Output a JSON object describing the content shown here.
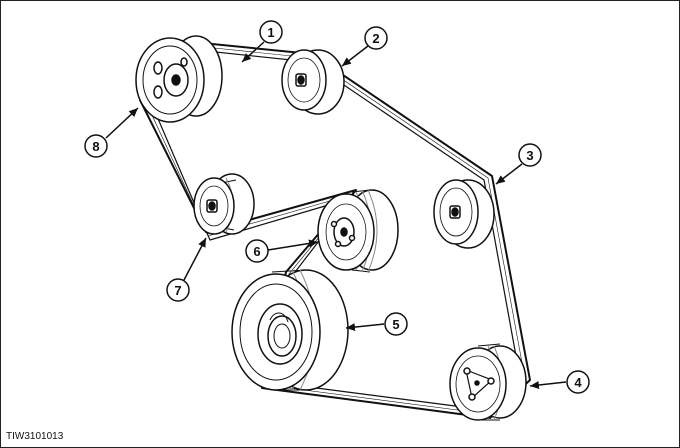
{
  "diagram": {
    "callouts": [
      {
        "label": "1"
      },
      {
        "label": "2"
      },
      {
        "label": "3"
      },
      {
        "label": "4"
      },
      {
        "label": "5"
      },
      {
        "label": "6"
      },
      {
        "label": "7"
      },
      {
        "label": "8"
      }
    ],
    "caption": "TIW3101013",
    "colors": {
      "stroke": "#111111",
      "face": "#ffffff",
      "groove": "#8a8a8a"
    }
  }
}
